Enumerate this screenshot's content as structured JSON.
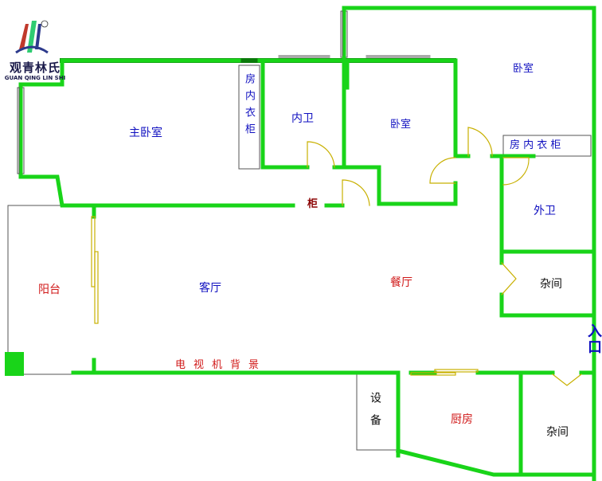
{
  "logo": {
    "name": "观青林氏",
    "subtitle": "GUAN QING LIN SHI",
    "registered_mark": "®",
    "colors": {
      "red": "#c0392b",
      "green": "#2ecc71",
      "blue": "#2d3a8c"
    }
  },
  "rooms": {
    "master_bedroom": "主卧室",
    "master_wardrobe": "房内衣柜",
    "inner_bath": "内卫",
    "bedroom_middle": "卧室",
    "bedroom_top_right": "卧室",
    "right_wardrobe": "房 内 衣 柜",
    "outer_bath": "外卫",
    "storage_upper": "杂间",
    "storage_lower": "杂间",
    "balcony": "阳台",
    "living_room": "客厅",
    "dining_room": "餐厅",
    "tv_wall": "电视机背景",
    "cabinet": "柜",
    "equipment": "设备",
    "kitchen": "厨房",
    "entrance": "入口"
  },
  "colors": {
    "wall": "#19d419",
    "wall_outline": "#0a7a0a",
    "door": "#c8b000",
    "label_blue": "#1010c0",
    "label_red": "#d01818"
  }
}
